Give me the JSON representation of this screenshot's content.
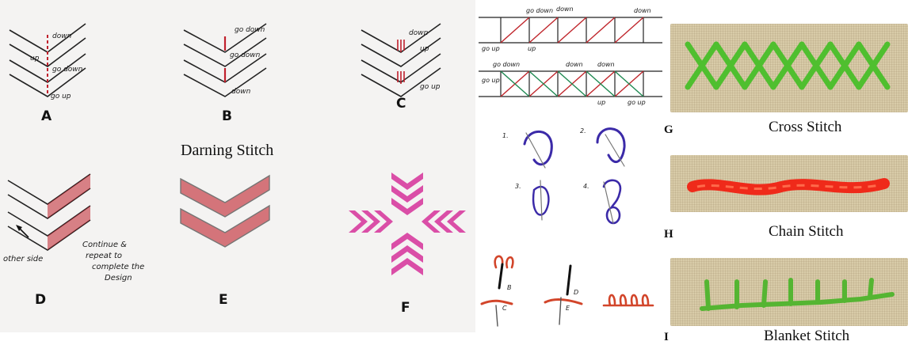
{
  "darning": {
    "title": "Darning Stitch",
    "steps": [
      {
        "letter": "A",
        "notes": [
          "down",
          "go down",
          "up",
          "go up"
        ]
      },
      {
        "letter": "B",
        "notes": [
          "go down",
          "go down",
          "down"
        ]
      },
      {
        "letter": "C",
        "notes": [
          "down",
          "up",
          "go up"
        ]
      },
      {
        "letter": "D",
        "notes": [
          "other side"
        ]
      },
      {
        "letter": "E",
        "notes": []
      },
      {
        "letter": "F",
        "notes": []
      }
    ],
    "instruction": [
      "Continue &",
      "repeat to",
      "complete the",
      "Design"
    ]
  },
  "diagrams": {
    "cross_top_labels": [
      "go down",
      "down",
      "down"
    ],
    "cross_mid_labels": [
      "go down",
      "down",
      "down"
    ],
    "cross_bottom_labels": [
      "up",
      "up",
      "go up"
    ],
    "cross_side_labels": [
      "go up",
      "go up"
    ],
    "chain_steps": [
      "1.",
      "2.",
      "3.",
      "4."
    ],
    "blanket_labels": [
      "B",
      "D",
      "C",
      "E"
    ]
  },
  "photos": [
    {
      "letter": "G",
      "label": "Cross Stitch",
      "thread": "#4fbf2f"
    },
    {
      "letter": "H",
      "label": "Chain Stitch",
      "thread": "#ef2a1a"
    },
    {
      "letter": "I",
      "label": "Blanket Stitch",
      "thread": "#55b532"
    }
  ],
  "colors": {
    "darning_red": "#c0202c",
    "design_pink": "#d6329a",
    "cross_red": "#c0262c",
    "cross_green": "#1f8a52",
    "chain_blue": "#3b2aa8"
  }
}
